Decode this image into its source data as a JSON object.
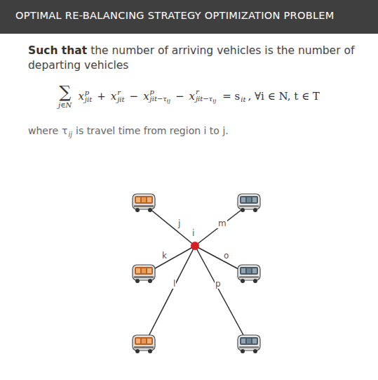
{
  "diagram": {
    "title": "OPTIMAL RE-BALANCING STRATEGY OPTIMIZATION PROBLEM",
    "labels": [
      "Such that",
      "the number of arriving vehicles is the number of departing vehicles",
      "∑",
      "j∈N",
      "x",
      "p",
      "jit",
      "+",
      "x",
      "r",
      "jit",
      "−",
      "x",
      "p",
      "jit−τ",
      "ij",
      "−",
      "x",
      "r",
      "jit−τ",
      "ij",
      "= s",
      "it",
      ", ∀i ∈ N, t ∈ T",
      "where",
      "τ",
      "ij",
      "is travel time from region i to j.",
      "i",
      "j",
      "k",
      "l",
      "m",
      "o",
      "p"
    ]
  }
}
